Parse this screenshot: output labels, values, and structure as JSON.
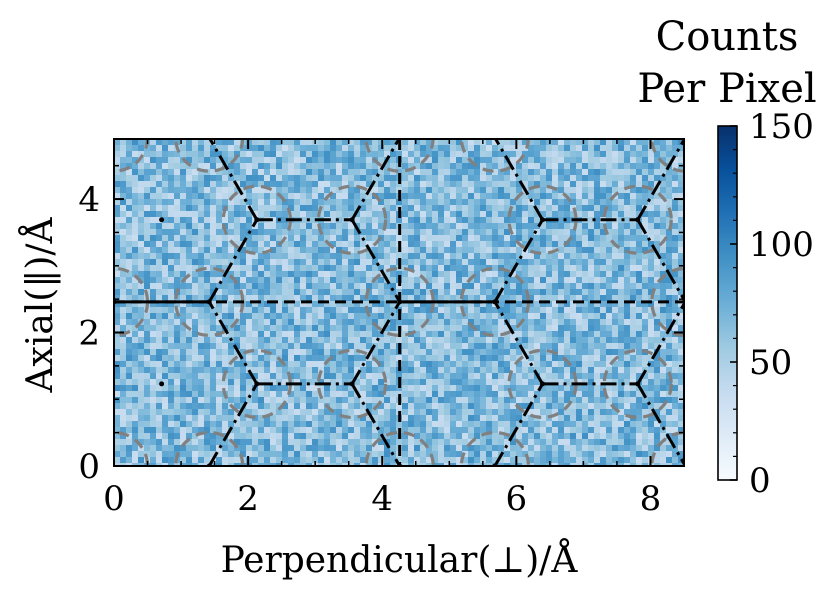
{
  "chart_data": {
    "type": "heatmap",
    "xlabel": "Perpendicular(⊥)/Å",
    "ylabel": "Axial(‖)/Å",
    "xlim": [
      0,
      8.5
    ],
    "ylim": [
      0,
      4.9
    ],
    "xticks": [
      0,
      2,
      4,
      6,
      8
    ],
    "yticks": [
      0,
      2,
      4
    ],
    "xtick_labels": [
      "0",
      "2",
      "4",
      "6",
      "8"
    ],
    "ytick_labels": [
      "0",
      "2",
      "4"
    ],
    "colorbar": {
      "title_lines": [
        "Counts",
        "Per Pixel"
      ],
      "range": [
        0,
        150
      ],
      "ticks": [
        0,
        50,
        100,
        150
      ],
      "tick_labels": [
        "0",
        "50",
        "100",
        "150"
      ],
      "colormap": "Blues",
      "color_low": "#f7fbff",
      "color_high": "#08306b"
    },
    "heatmap_level_range": [
      35,
      95
    ],
    "reference_lines": {
      "horizontal_dashed_y": 2.46,
      "vertical_dashed_x": 4.26
    },
    "lattice_vertices": [
      [
        1.42,
        0
      ],
      [
        2.13,
        1.23
      ],
      [
        1.42,
        2.46
      ],
      [
        2.13,
        3.69
      ],
      [
        1.42,
        4.92
      ],
      [
        3.55,
        1.23
      ],
      [
        4.26,
        0
      ],
      [
        4.26,
        2.46
      ],
      [
        3.55,
        3.69
      ],
      [
        4.26,
        4.92
      ],
      [
        5.68,
        0
      ],
      [
        5.68,
        2.46
      ],
      [
        5.68,
        4.92
      ],
      [
        6.39,
        1.23
      ],
      [
        6.39,
        3.69
      ],
      [
        7.81,
        1.23
      ],
      [
        7.81,
        3.69
      ],
      [
        8.52,
        0
      ],
      [
        8.52,
        2.46
      ],
      [
        8.52,
        4.92
      ],
      [
        0,
        2.46
      ],
      [
        0.71,
        1.23
      ],
      [
        0.71,
        3.69
      ]
    ],
    "lattice_bonds_dashdot": [
      [
        [
          1.42,
          0
        ],
        [
          2.13,
          1.23
        ]
      ],
      [
        [
          2.13,
          1.23
        ],
        [
          3.55,
          1.23
        ]
      ],
      [
        [
          3.55,
          1.23
        ],
        [
          4.26,
          0
        ]
      ],
      [
        [
          2.13,
          1.23
        ],
        [
          1.42,
          2.46
        ]
      ],
      [
        [
          3.55,
          1.23
        ],
        [
          4.26,
          2.46
        ]
      ],
      [
        [
          1.42,
          2.46
        ],
        [
          2.13,
          3.69
        ]
      ],
      [
        [
          2.13,
          3.69
        ],
        [
          3.55,
          3.69
        ]
      ],
      [
        [
          3.55,
          3.69
        ],
        [
          4.26,
          2.46
        ]
      ],
      [
        [
          2.13,
          3.69
        ],
        [
          1.42,
          4.92
        ]
      ],
      [
        [
          3.55,
          3.69
        ],
        [
          4.26,
          4.92
        ]
      ],
      [
        [
          5.68,
          0
        ],
        [
          6.39,
          1.23
        ]
      ],
      [
        [
          6.39,
          1.23
        ],
        [
          7.81,
          1.23
        ]
      ],
      [
        [
          7.81,
          1.23
        ],
        [
          8.52,
          0
        ]
      ],
      [
        [
          6.39,
          1.23
        ],
        [
          5.68,
          2.46
        ]
      ],
      [
        [
          7.81,
          1.23
        ],
        [
          8.52,
          2.46
        ]
      ],
      [
        [
          5.68,
          2.46
        ],
        [
          6.39,
          3.69
        ]
      ],
      [
        [
          6.39,
          3.69
        ],
        [
          7.81,
          3.69
        ]
      ],
      [
        [
          7.81,
          3.69
        ],
        [
          8.52,
          2.46
        ]
      ],
      [
        [
          6.39,
          3.69
        ],
        [
          5.68,
          4.92
        ]
      ],
      [
        [
          7.81,
          3.69
        ],
        [
          8.52,
          4.92
        ]
      ]
    ],
    "lattice_bonds_solid": [
      [
        [
          0,
          2.46
        ],
        [
          1.42,
          2.46
        ]
      ],
      [
        [
          4.26,
          2.46
        ],
        [
          5.68,
          2.46
        ]
      ]
    ],
    "circle_centers": [
      [
        0,
        0
      ],
      [
        1.42,
        0
      ],
      [
        4.26,
        0
      ],
      [
        5.68,
        0
      ],
      [
        8.52,
        0
      ],
      [
        2.13,
        1.23
      ],
      [
        3.55,
        1.23
      ],
      [
        6.39,
        1.23
      ],
      [
        7.81,
        1.23
      ],
      [
        0,
        2.46
      ],
      [
        1.42,
        2.46
      ],
      [
        4.26,
        2.46
      ],
      [
        5.68,
        2.46
      ],
      [
        8.52,
        2.46
      ],
      [
        2.13,
        3.69
      ],
      [
        3.55,
        3.69
      ],
      [
        6.39,
        3.69
      ],
      [
        7.81,
        3.69
      ],
      [
        0,
        4.92
      ],
      [
        1.42,
        4.92
      ],
      [
        4.26,
        4.92
      ],
      [
        5.68,
        4.92
      ],
      [
        8.52,
        4.92
      ]
    ],
    "circle_radius": 0.5,
    "colors": {
      "bond_line": "#000000",
      "circle_line": "#808080"
    }
  }
}
